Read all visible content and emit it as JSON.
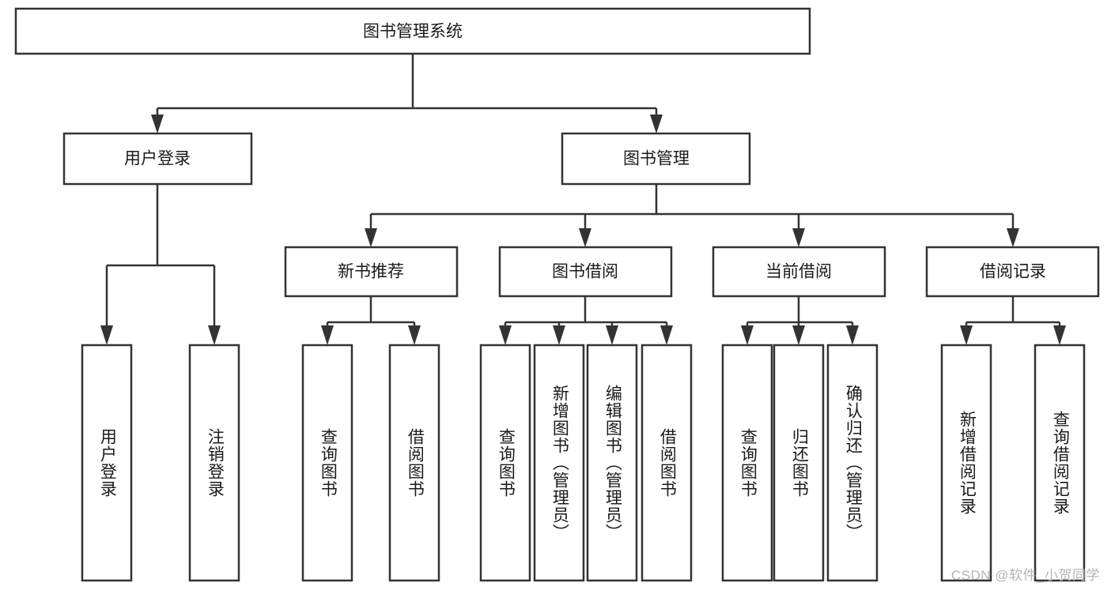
{
  "diagram": {
    "title": "图书管理系统",
    "type": "tree",
    "root": {
      "id": "root",
      "label": "图书管理系统",
      "orientation": "horizontal"
    },
    "level2": [
      {
        "id": "user-login",
        "label": "用户登录",
        "orientation": "horizontal"
      },
      {
        "id": "book-manage",
        "label": "图书管理",
        "orientation": "horizontal"
      }
    ],
    "level3": [
      {
        "id": "new-book-rec",
        "label": "新书推荐",
        "parent": "book-manage",
        "orientation": "horizontal"
      },
      {
        "id": "book-borrow",
        "label": "图书借阅",
        "parent": "book-manage",
        "orientation": "horizontal"
      },
      {
        "id": "current-borrow",
        "label": "当前借阅",
        "parent": "book-manage",
        "orientation": "horizontal"
      },
      {
        "id": "borrow-record",
        "label": "借阅记录",
        "parent": "book-manage",
        "orientation": "horizontal"
      }
    ],
    "leaves": [
      {
        "id": "leaf-user-login",
        "label": "用户登录",
        "parent": "user-login",
        "orientation": "vertical"
      },
      {
        "id": "leaf-user-logout",
        "label": "注销登录",
        "parent": "user-login",
        "orientation": "vertical"
      },
      {
        "id": "leaf-query-book-1",
        "label": "查询图书",
        "parent": "new-book-rec",
        "orientation": "vertical"
      },
      {
        "id": "leaf-borrow-book-1",
        "label": "借阅图书",
        "parent": "new-book-rec",
        "orientation": "vertical"
      },
      {
        "id": "leaf-query-book-2",
        "label": "查询图书",
        "parent": "book-borrow",
        "orientation": "vertical"
      },
      {
        "id": "leaf-add-book",
        "label": "新增图书（管理员）",
        "parent": "book-borrow",
        "orientation": "vertical"
      },
      {
        "id": "leaf-edit-book",
        "label": "编辑图书（管理员）",
        "parent": "book-borrow",
        "orientation": "vertical"
      },
      {
        "id": "leaf-borrow-book-2",
        "label": "借阅图书",
        "parent": "book-borrow",
        "orientation": "vertical"
      },
      {
        "id": "leaf-query-book-3",
        "label": "查询图书",
        "parent": "current-borrow",
        "orientation": "vertical"
      },
      {
        "id": "leaf-return-book",
        "label": "归还图书",
        "parent": "current-borrow",
        "orientation": "vertical"
      },
      {
        "id": "leaf-confirm-return",
        "label": "确认归还（管理员）",
        "parent": "current-borrow",
        "orientation": "vertical"
      },
      {
        "id": "leaf-add-record",
        "label": "新增借阅记录",
        "parent": "borrow-record",
        "orientation": "vertical"
      },
      {
        "id": "leaf-query-record",
        "label": "查询借阅记录",
        "parent": "borrow-record",
        "orientation": "vertical"
      }
    ],
    "colors": {
      "stroke": "#333333",
      "box_fill": "#ffffff",
      "text": "#1a1a1a",
      "background": "#ffffff",
      "watermark": "#b4b4b4"
    }
  },
  "watermark": {
    "text": "CSDN @软件_小贺同学"
  }
}
